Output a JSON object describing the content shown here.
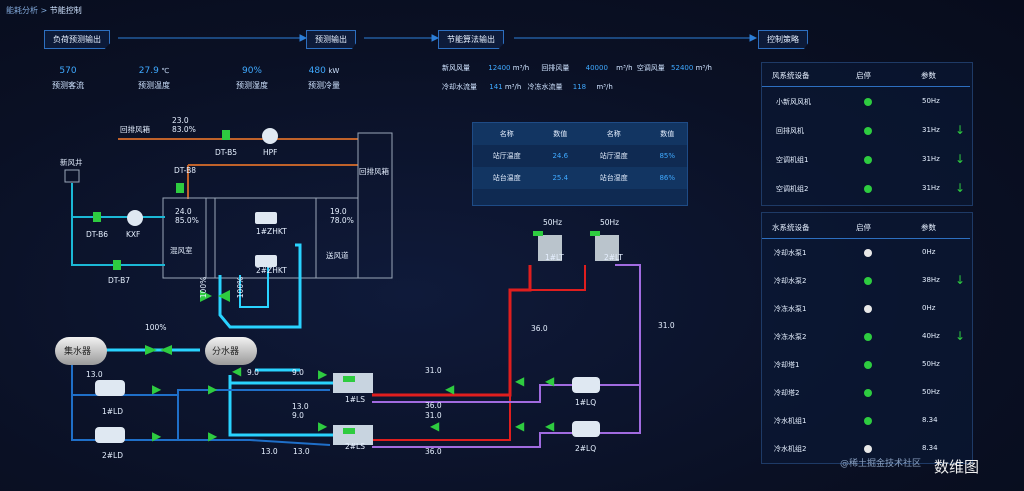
{
  "breadcrumb": {
    "a": "能耗分析",
    "sep": ">",
    "b": "节能控制"
  },
  "stages": [
    "负荷预测输出",
    "预测输出",
    "节能算法输出",
    "控制策略"
  ],
  "forecast": [
    {
      "value": "570",
      "unit": "",
      "label": "预测客流"
    },
    {
      "value": "27.9",
      "unit": "℃",
      "label": "预测温度"
    },
    {
      "value": "90%",
      "unit": "",
      "label": "预测湿度"
    },
    {
      "value": "480",
      "unit": "kW",
      "label": "预测冷量"
    }
  ],
  "algo": {
    "row1": [
      {
        "label": "新风风量",
        "value": "12400",
        "unit": "m³/h"
      },
      {
        "label": "回排风量",
        "value": "40000",
        "unit": "m³/h"
      },
      {
        "label": "空调风量",
        "value": "52400",
        "unit": "m³/h"
      }
    ],
    "row2": [
      {
        "label": "冷却水流量",
        "value": "141",
        "unit": "m³/h"
      },
      {
        "label": "冷冻水流量",
        "value": "118",
        "unit": "m³/h"
      }
    ]
  },
  "env_table": {
    "headers": [
      "名称",
      "数值",
      "名称",
      "数值"
    ],
    "rows": [
      [
        "站厅温度",
        "24.6",
        "站厅湿度",
        "85%"
      ],
      [
        "站台温度",
        "25.4",
        "站台湿度",
        "86%"
      ]
    ]
  },
  "air_panel": {
    "headers": [
      "风系统设备",
      "启停",
      "参数"
    ],
    "rows": [
      {
        "name": "小新风风机",
        "on": true,
        "param": "50Hz",
        "down": false
      },
      {
        "name": "回排风机",
        "on": true,
        "param": "31Hz",
        "down": true
      },
      {
        "name": "空调机组1",
        "on": true,
        "param": "31Hz",
        "down": true
      },
      {
        "name": "空调机组2",
        "on": true,
        "param": "31Hz",
        "down": true
      }
    ]
  },
  "water_panel": {
    "headers": [
      "水系统设备",
      "启停",
      "参数"
    ],
    "rows": [
      {
        "name": "冷却水泵1",
        "on": false,
        "param": "0Hz",
        "down": false
      },
      {
        "name": "冷却水泵2",
        "on": true,
        "param": "38Hz",
        "down": true
      },
      {
        "name": "冷冻水泵1",
        "on": false,
        "param": "0Hz",
        "down": false
      },
      {
        "name": "冷冻水泵2",
        "on": true,
        "param": "40Hz",
        "down": true
      },
      {
        "name": "冷却塔1",
        "on": true,
        "param": "50Hz",
        "down": false
      },
      {
        "name": "冷却塔2",
        "on": true,
        "param": "50Hz",
        "down": false
      },
      {
        "name": "冷水机组1",
        "on": true,
        "param": "8.34",
        "down": false
      },
      {
        "name": "冷水机组2",
        "on": false,
        "param": "8.34",
        "down": false
      }
    ]
  },
  "diagram": {
    "return_duct": "回排风箱",
    "return_air": "回排风箱",
    "fresh_well": "新风井",
    "mix_room": "混风室",
    "supply_duct": "送风道",
    "dt_b5": "DT-B5",
    "hpf": "HPF",
    "dt_b8": "DT-B8",
    "dt_b6": "DT-B6",
    "kxf": "KXF",
    "dt_b7": "DT-B7",
    "zhkt1": "1#ZHKT",
    "zhkt2": "2#ZHKT",
    "s1": "23.0",
    "s1b": "83.0%",
    "s2": "24.0",
    "s2b": "85.0%",
    "s3": "19.0",
    "s3b": "78.0%",
    "v1": "100%",
    "v2": "100%",
    "v3": "100%",
    "collector": "集水器",
    "distributor": "分水器",
    "t_13a": "13.0",
    "t_90a": "9.0",
    "t_90b": "9.0",
    "t_130b": "13.0",
    "t_90c": "9.0",
    "t_130c": "13.0",
    "t_130d": "13.0",
    "ld1": "1#LD",
    "ld2": "2#LD",
    "ls1": "1#LS",
    "ls2": "2#LS",
    "t_310a": "31.0",
    "t_360a": "36.0",
    "t_310b": "31.0",
    "t_360b": "36.0",
    "t_360c": "36.0",
    "t_310c": "31.0",
    "lq1": "1#LQ",
    "lq2": "2#LQ",
    "lt1": "1#LT",
    "lt2": "2#LT",
    "lt_hz1": "50Hz",
    "lt_hz2": "50Hz"
  },
  "watermark": "数维图",
  "watermark_small": "@稀土掘金技术社区"
}
